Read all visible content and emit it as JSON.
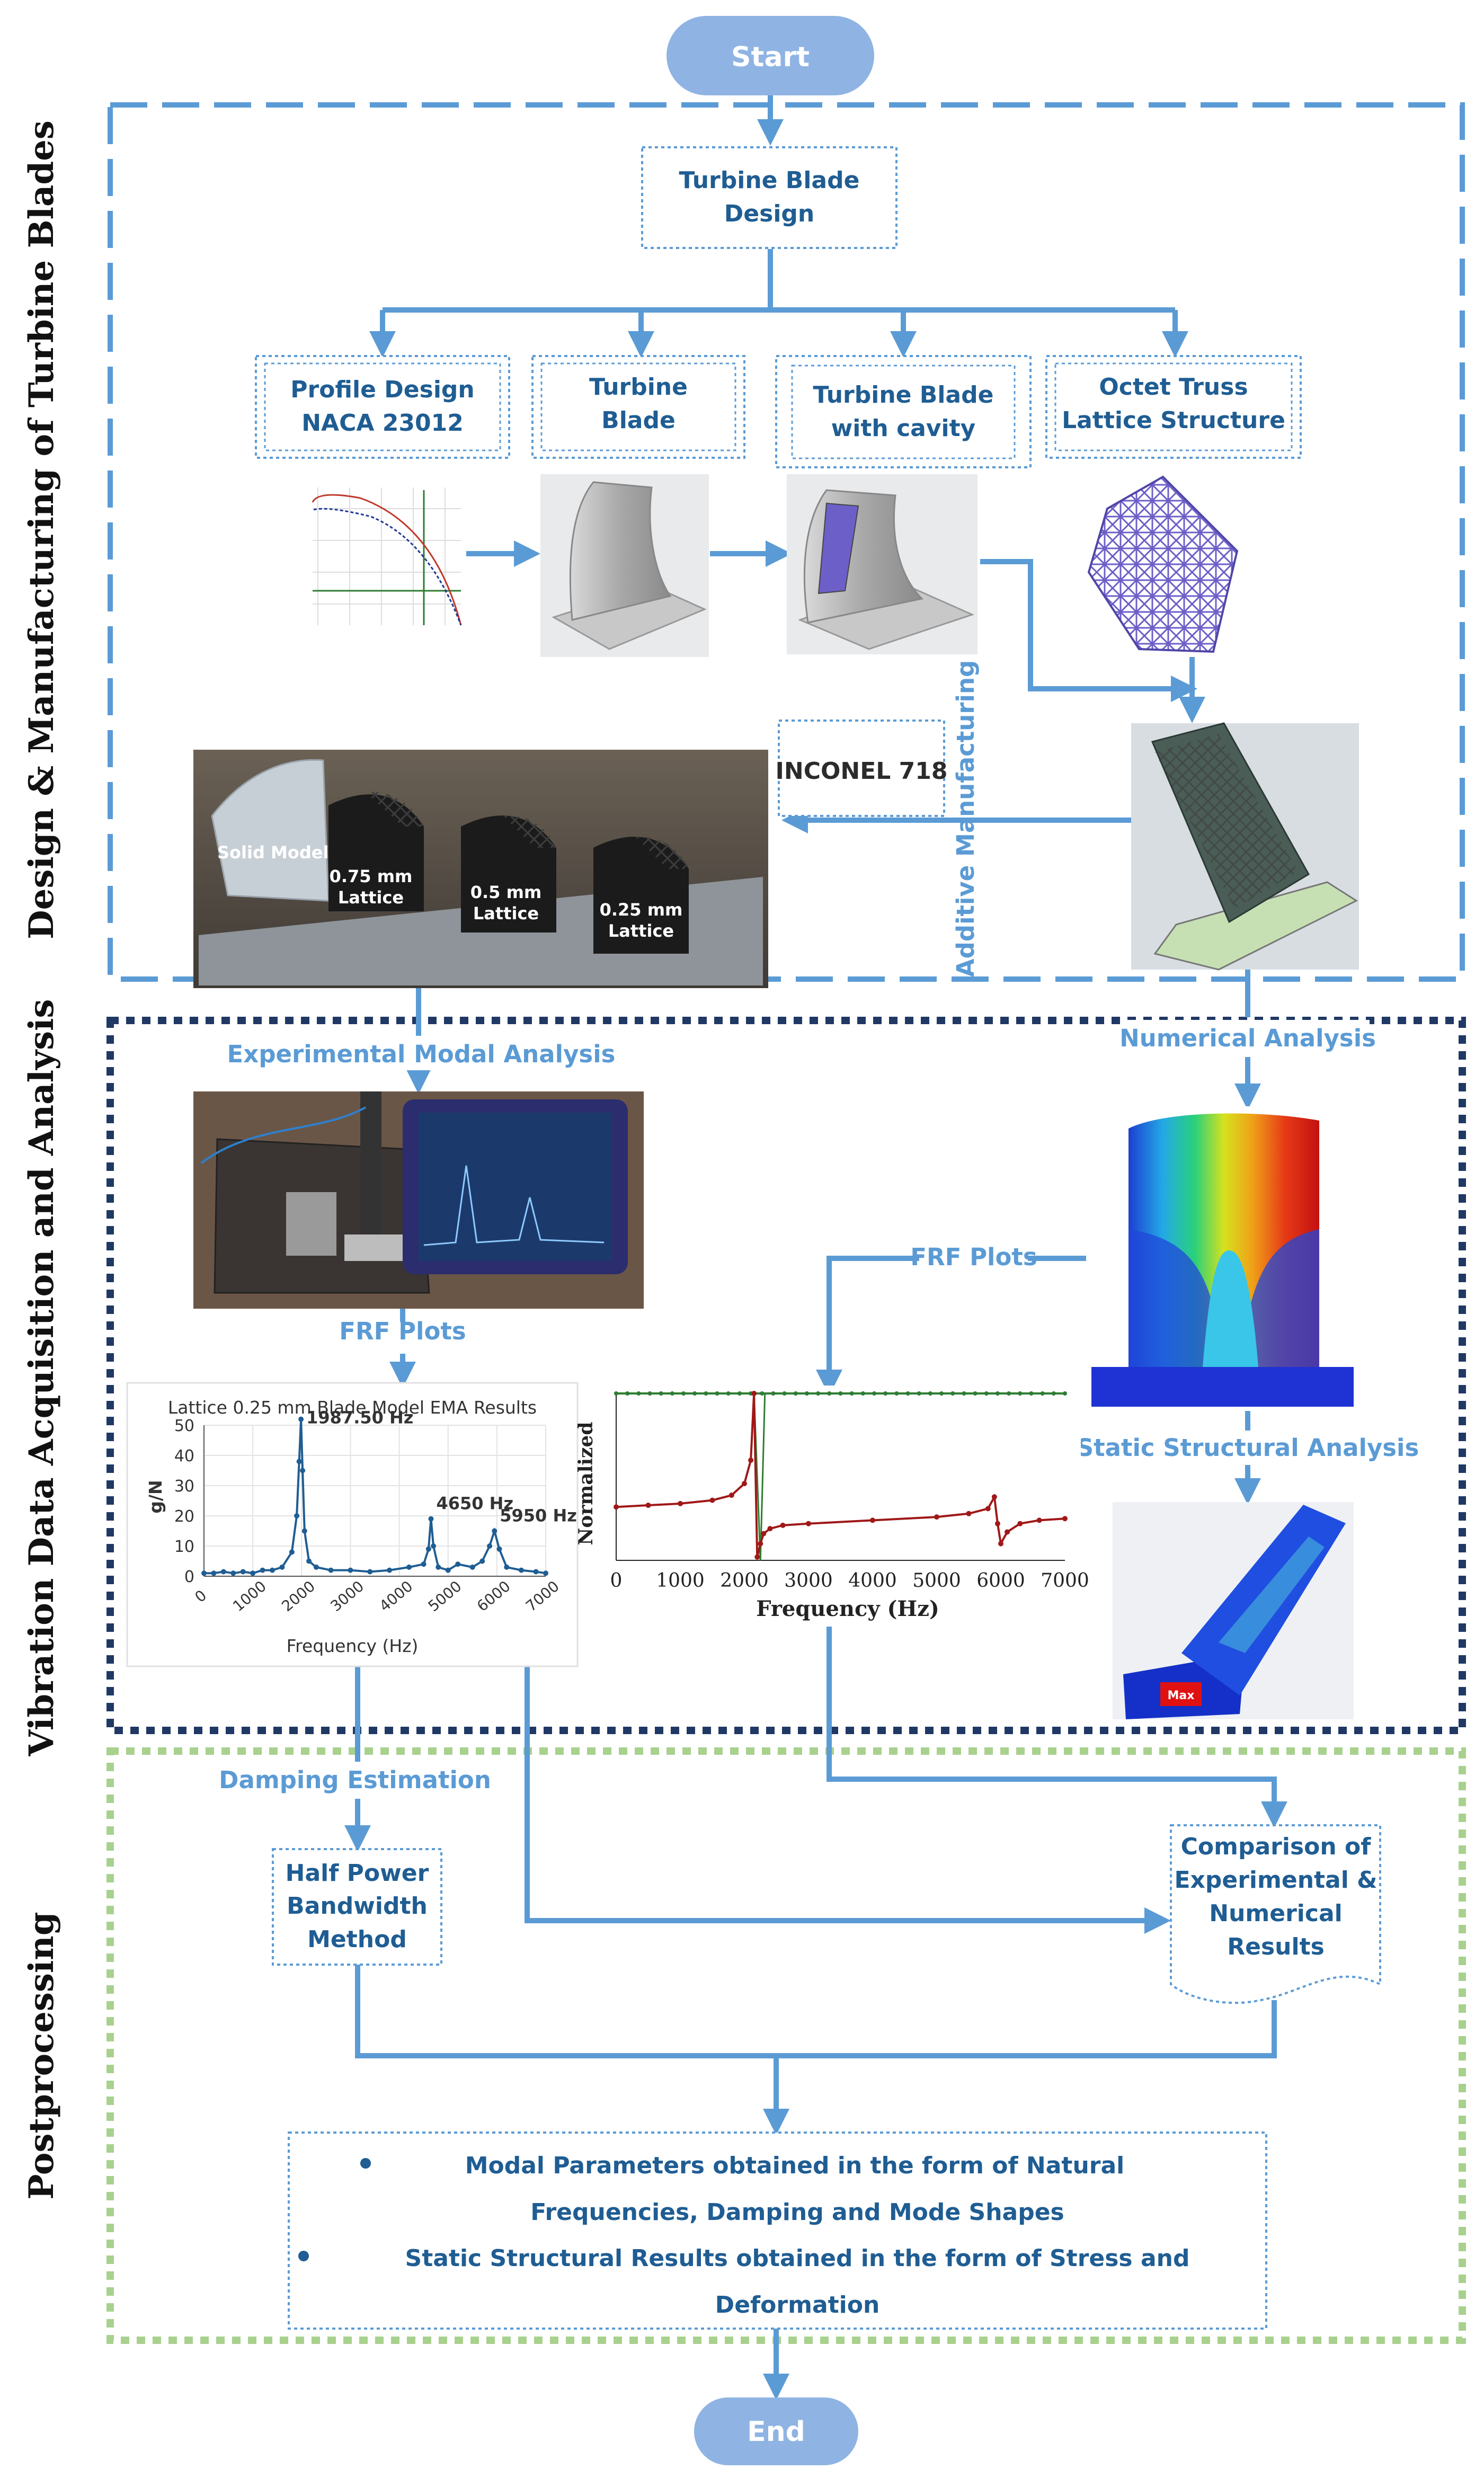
{
  "start": "Start",
  "end": "End",
  "sections": {
    "design": "Design & Manufacturing of Turbine Blades",
    "vibration": "Vibration Data Acquisition and Analysis",
    "post": "Postprocessing"
  },
  "nodes": {
    "turbine_design": [
      "Turbine Blade",
      "Design"
    ],
    "profile": [
      "Profile Design",
      "NACA 23012"
    ],
    "blade": [
      "Turbine",
      "Blade"
    ],
    "cavity": [
      "Turbine Blade",
      "with cavity"
    ],
    "octet": [
      "Octet Truss",
      "Lattice Structure"
    ],
    "inconel": "INCONEL 718",
    "additive": "Additive Manufacturing",
    "half_power": [
      "Half Power",
      "Bandwidth",
      "Method"
    ],
    "comparison": [
      "Comparison of",
      "Experimental &",
      "Numerical",
      "Results"
    ]
  },
  "photo_labels": {
    "solid": "Solid Model",
    "lat075": [
      "0.75 mm",
      "Lattice"
    ],
    "lat05": [
      "0.5 mm",
      "Lattice"
    ],
    "lat025": [
      "0.25 mm",
      "Lattice"
    ],
    "max": "Max"
  },
  "labels": {
    "ema": "Experimental Modal Analysis",
    "numerical": "Numerical  Analysis",
    "frf_left": "FRF Plots",
    "frf_mid": "FRF Plots",
    "static": "Static Structural Analysis",
    "damping": "Damping Estimation"
  },
  "final_box": {
    "bullet1": [
      "Modal Parameters obtained in the form of Natural",
      "Frequencies, Damping and Mode Shapes"
    ],
    "bullet2": [
      "Static Structural Results obtained in the form of Stress and",
      "Deformation"
    ]
  },
  "colors": {
    "arrow": "#5b9bd5",
    "design_border": "#5b9bd5",
    "vibration_border": "#203864",
    "post_border": "#a9d18e",
    "pill": "#8fb4e3",
    "text_blue": "#1f5d93"
  },
  "chart_data": [
    {
      "type": "line",
      "title": "Lattice 0.25 mm Blade Model EMA Results",
      "xlabel": "Frequency (Hz)",
      "ylabel": "g/N",
      "xlim": [
        0,
        7000
      ],
      "ylim": [
        0,
        50
      ],
      "x_ticks": [
        0,
        1000,
        2000,
        3000,
        4000,
        5000,
        6000,
        7000
      ],
      "y_ticks": [
        0,
        10,
        20,
        30,
        40,
        50
      ],
      "grid": true,
      "series": [
        {
          "x": [
            0,
            200,
            400,
            600,
            800,
            1000,
            1200,
            1400,
            1600,
            1800,
            1900,
            1950,
            1987.5,
            2020,
            2060,
            2150,
            2300,
            2600,
            3000,
            3400,
            3800,
            4200,
            4500,
            4600,
            4650,
            4700,
            4800,
            5000,
            5200,
            5500,
            5700,
            5850,
            5950,
            6050,
            6200,
            6500,
            6800,
            7000
          ],
          "y": [
            1,
            1,
            1.5,
            1,
            1.5,
            1,
            2,
            2,
            3,
            8,
            20,
            38,
            52,
            35,
            15,
            5,
            3,
            2,
            2,
            1.5,
            2,
            3,
            4,
            9,
            19,
            10,
            3,
            2,
            4,
            3,
            5,
            10,
            15,
            9,
            3,
            2,
            1.5,
            1
          ]
        }
      ],
      "annotations": [
        "1987.50 Hz",
        "4650 Hz",
        "5950 Hz"
      ]
    },
    {
      "type": "line",
      "title": "",
      "xlabel": "Frequency (Hz)",
      "ylabel": "Normalized",
      "xlim": [
        0,
        7000
      ],
      "x_ticks": [
        0,
        1000,
        2000,
        3000,
        4000,
        5000,
        6000,
        7000
      ],
      "series": [
        {
          "x": [
            0,
            500,
            1000,
            1500,
            1800,
            2000,
            2100,
            2150,
            2200,
            2250,
            2300,
            2400,
            2600,
            3000,
            4000,
            5000,
            5500,
            5800,
            5900,
            5950,
            6000,
            6100,
            6300,
            6600,
            7000
          ],
          "y": [
            0.32,
            0.33,
            0.34,
            0.36,
            0.39,
            0.46,
            0.6,
            1.0,
            0.02,
            0.1,
            0.16,
            0.19,
            0.21,
            0.22,
            0.24,
            0.26,
            0.28,
            0.31,
            0.38,
            0.22,
            0.1,
            0.17,
            0.22,
            0.24,
            0.25
          ],
          "color": "#a01818"
        },
        {
          "x": [
            0,
            7000
          ],
          "y": [
            1.0,
            1.0
          ],
          "color": "#2e7d32"
        }
      ]
    }
  ]
}
